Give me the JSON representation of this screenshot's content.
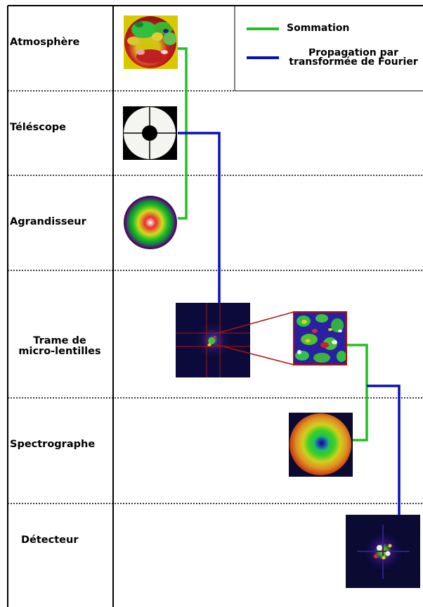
{
  "stages": [
    {
      "id": "atmosphere",
      "label": "Atmosphère"
    },
    {
      "id": "telescope",
      "label": "Téléscope"
    },
    {
      "id": "agrandisseur",
      "label": "Agrandisseur"
    },
    {
      "id": "trame",
      "label": "Trame de\nmicro-lentilles"
    },
    {
      "id": "spectrographe",
      "label": "Spectrographe"
    },
    {
      "id": "detecteur",
      "label": "Détecteur"
    }
  ],
  "legend": {
    "summation": {
      "label": "Sommation",
      "color": "#1fc21f"
    },
    "propagation": {
      "label": "Propagation par\ntransformée de Fourier",
      "color": "#0a10b8"
    }
  },
  "colors": {
    "summation": "#1fc21f",
    "propagation": "#0a10b8",
    "zoom_lines": "#b01010",
    "divider": "#000000"
  },
  "icons": {
    "atmosphere": "atmospheric-phase-screen-image",
    "telescope": "telescope-pupil-image",
    "agrandisseur": "magnifier-phase-image",
    "trame": "microlens-array-image",
    "trame_zoom": "microlens-zoom-image",
    "spectrographe": "spectrograph-phase-image",
    "detecteur": "detector-speckle-image"
  }
}
